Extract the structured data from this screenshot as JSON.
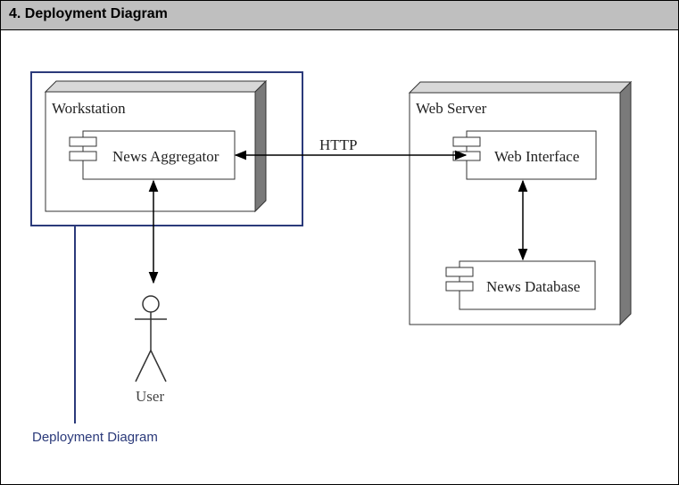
{
  "header": {
    "title": "4. Deployment Diagram"
  },
  "diagram": {
    "workstation": {
      "label": "Workstation",
      "component": "News Aggregator"
    },
    "web_server": {
      "label": "Web Server",
      "components": [
        "Web Interface",
        "News Database"
      ]
    },
    "connection": {
      "label": "HTTP"
    },
    "actor": {
      "label": "User"
    },
    "annotation": {
      "label": "Deployment Diagram",
      "color": "#2b3a7a"
    }
  }
}
